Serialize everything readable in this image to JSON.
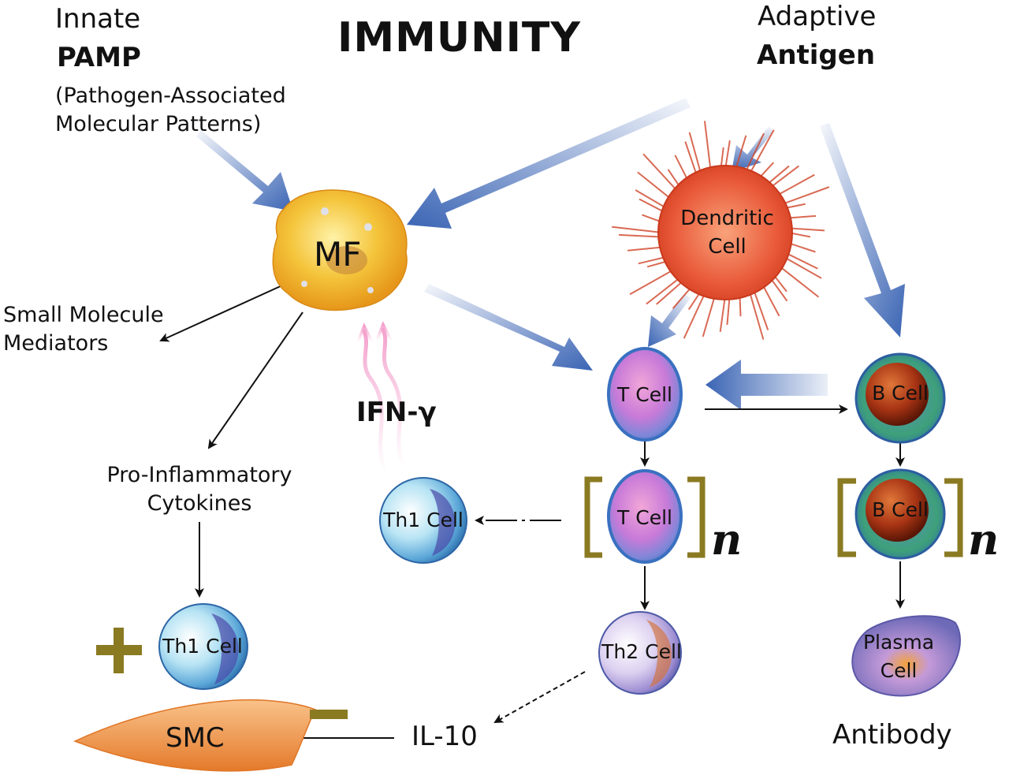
{
  "title": "IMMUNITY",
  "innate": {
    "heading": "Innate",
    "pamp": "PAMP",
    "pamp_line1": "(Pathogen-Associated",
    "pamp_line2": "Molecular Patterns)"
  },
  "adaptive": {
    "heading": "Adaptive",
    "antigen": "Antigen"
  },
  "cells": {
    "mf": "MF",
    "dendritic_line1": "Dendritic",
    "dendritic_line2": "Cell",
    "t_cell": "T Cell",
    "t_cell_n": "T Cell",
    "b_cell": "B Cell",
    "b_cell_n": "B Cell",
    "th1_mid": "Th1 Cell",
    "th1_left": "Th1 Cell",
    "th2": "Th2 Cell",
    "plasma_line1": "Plasma",
    "plasma_line2": "Cell",
    "smc": "SMC"
  },
  "labels": {
    "small_molecule_line1": "Small Molecule",
    "small_molecule_line2": "Mediators",
    "pro_inflammatory_line1": "Pro-Inflammatory",
    "pro_inflammatory_line2": "Cytokines",
    "ifn": "IFN-γ",
    "il10": "IL-10",
    "antibody": "Antibody",
    "n_t": "n",
    "n_b": "n"
  },
  "colors": {
    "blue_arrow": "#3a64b4",
    "bracket": "#8a7a22",
    "plus_minus": "#8a7a22",
    "dendritic": "#e2553a",
    "mf": "#f0b51e",
    "smc": "#f3a25a",
    "pink_arrow": "#f4b6d8"
  },
  "icons": {
    "plus": "plus-sign-icon",
    "minus": "minus-sign-icon"
  }
}
